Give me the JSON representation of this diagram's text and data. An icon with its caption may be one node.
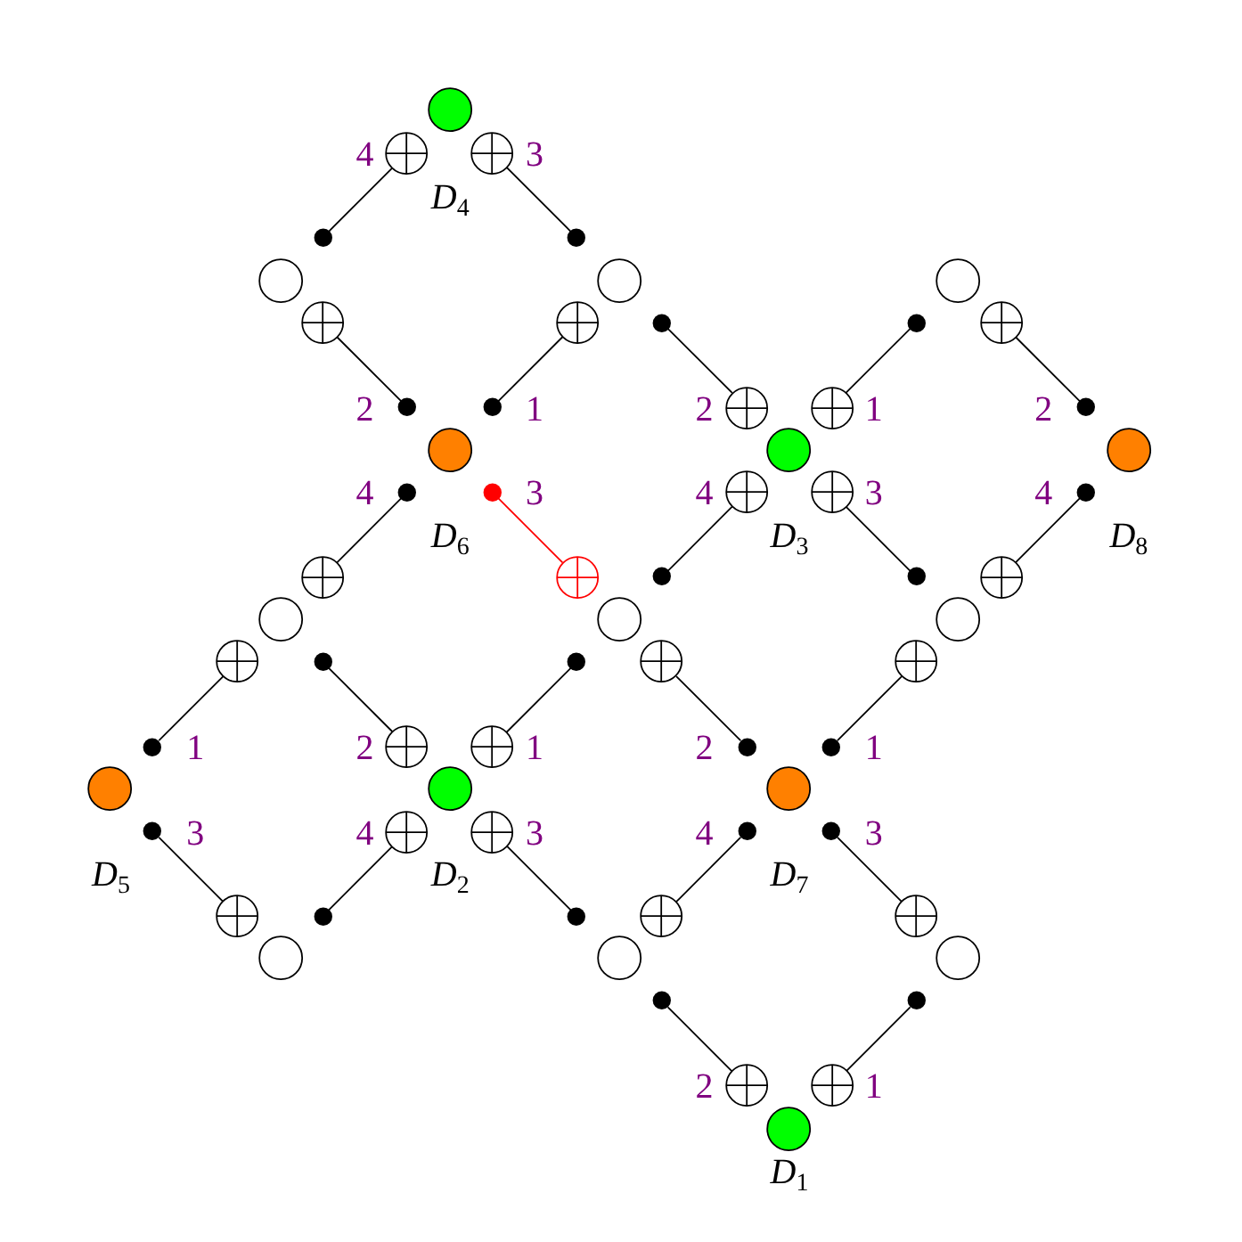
{
  "diagram": {
    "nodes": [
      {
        "text": [],
        "shape": "circle"
      },
      {
        "text": [],
        "shape": "oplus",
        "beside": [
          "4"
        ]
      },
      {
        "text": [],
        "shape": "oplus",
        "beside": [
          "3"
        ]
      },
      {
        "text": [],
        "shape": "dot"
      },
      {
        "text": [],
        "shape": "dot"
      },
      {
        "text": [],
        "shape": "circle"
      },
      {
        "text": [],
        "shape": "circle"
      },
      {
        "text": [],
        "shape": "circle"
      },
      {
        "text": [],
        "shape": "oplus"
      },
      {
        "text": [],
        "shape": "oplus"
      },
      {
        "text": [],
        "shape": "dot"
      },
      {
        "text": [],
        "shape": "dot"
      },
      {
        "text": [],
        "shape": "oplus"
      },
      {
        "text": [],
        "shape": "dot",
        "beside": [
          "2"
        ]
      },
      {
        "text": [],
        "shape": "dot",
        "beside": [
          "1"
        ]
      },
      {
        "text": [],
        "shape": "oplus",
        "beside": [
          "2"
        ]
      },
      {
        "text": [],
        "shape": "oplus",
        "beside": [
          "1"
        ]
      },
      {
        "text": [],
        "shape": "dot",
        "beside": [
          "2"
        ]
      },
      {
        "text": [],
        "shape": "circle"
      },
      {
        "text": [],
        "shape": "circle"
      },
      {
        "text": [],
        "shape": "circle"
      },
      {
        "text": [],
        "shape": "dot",
        "beside": [
          "4"
        ]
      },
      {
        "text": [],
        "shape": "dot",
        "beside": [
          "3"
        ]
      },
      {
        "text": [],
        "shape": "oplus",
        "beside": [
          "4"
        ]
      },
      {
        "text": [],
        "shape": "oplus",
        "beside": [
          "3"
        ]
      },
      {
        "text": [],
        "shape": "dot",
        "beside": [
          "4"
        ]
      },
      {
        "text": [],
        "shape": "oplus"
      },
      {
        "text": [],
        "shape": "oplus"
      },
      {
        "text": [],
        "shape": "dot"
      },
      {
        "text": [],
        "shape": "dot"
      },
      {
        "text": [],
        "shape": "oplus"
      },
      {
        "text": [],
        "shape": "circle"
      },
      {
        "text": [],
        "shape": "circle"
      },
      {
        "text": [],
        "shape": "circle"
      },
      {
        "text": [],
        "shape": "oplus"
      },
      {
        "text": [],
        "shape": "dot"
      },
      {
        "text": [],
        "shape": "dot"
      },
      {
        "text": [],
        "shape": "oplus"
      },
      {
        "text": [],
        "shape": "oplus"
      },
      {
        "text": [],
        "shape": "dot",
        "beside": [
          "1"
        ]
      },
      {
        "text": [],
        "shape": "oplus",
        "beside": [
          "2"
        ]
      },
      {
        "text": [],
        "shape": "oplus",
        "beside": [
          "1"
        ]
      },
      {
        "text": [],
        "shape": "dot",
        "beside": [
          "2"
        ]
      },
      {
        "text": [],
        "shape": "dot",
        "beside": [
          "1"
        ]
      },
      {
        "text": [],
        "shape": "circle"
      },
      {
        "text": [],
        "shape": "circle"
      },
      {
        "text": [],
        "shape": "circle"
      },
      {
        "text": [],
        "shape": "dot",
        "beside": [
          "3"
        ]
      },
      {
        "text": [],
        "shape": "oplus",
        "beside": [
          "4"
        ]
      },
      {
        "text": [],
        "shape": "oplus",
        "beside": [
          "3"
        ]
      },
      {
        "text": [],
        "shape": "dot",
        "beside": [
          "4"
        ]
      },
      {
        "text": [],
        "shape": "dot",
        "beside": [
          "3"
        ]
      },
      {
        "text": [],
        "shape": "oplus"
      },
      {
        "text": [],
        "shape": "dot"
      },
      {
        "text": [],
        "shape": "dot"
      },
      {
        "text": [],
        "shape": "oplus"
      },
      {
        "text": [],
        "shape": "oplus"
      },
      {
        "text": [],
        "shape": "circle"
      },
      {
        "text": [],
        "shape": "circle"
      },
      {
        "text": [],
        "shape": "circle"
      },
      {
        "text": [],
        "shape": "dot"
      },
      {
        "text": [],
        "shape": "dot"
      },
      {
        "text": [],
        "shape": "oplus",
        "beside": [
          "2"
        ]
      },
      {
        "text": [],
        "shape": "oplus",
        "beside": [
          "1"
        ]
      },
      {
        "text": [],
        "shape": "circle",
        "beside": [
          "D$_{1}$"
        ]
      }
    ],
    "edges": [
      {
        "from": 1,
        "to": 3,
        "arrow": "none"
      },
      {
        "from": 2,
        "to": 4,
        "arrow": "none"
      },
      {
        "from": 8,
        "to": 13,
        "arrow": "none"
      },
      {
        "from": 9,
        "to": 14,
        "arrow": "none"
      },
      {
        "from": 10,
        "to": 15,
        "arrow": "none"
      },
      {
        "from": 11,
        "to": 16,
        "arrow": "none"
      },
      {
        "from": 12,
        "to": 17,
        "arrow": "none"
      },
      {
        "from": 21,
        "to": 26,
        "arrow": "none"
      },
      {
        "from": 22,
        "to": 27,
        "arrow": "none",
        "color": "#ff0000"
      },
      {
        "from": 23,
        "to": 28,
        "arrow": "none"
      },
      {
        "from": 24,
        "to": 29,
        "arrow": "none"
      },
      {
        "from": 25,
        "to": 30,
        "arrow": "none"
      },
      {
        "from": 34,
        "to": 39,
        "arrow": "none"
      },
      {
        "from": 35,
        "to": 40,
        "arrow": "none"
      },
      {
        "from": 36,
        "to": 41,
        "arrow": "none"
      },
      {
        "from": 37,
        "to": 42,
        "arrow": "none"
      },
      {
        "from": 38,
        "to": 43,
        "arrow": "none"
      },
      {
        "from": 47,
        "to": 52,
        "arrow": "none"
      },
      {
        "from": 48,
        "to": 53,
        "arrow": "none"
      },
      {
        "from": 49,
        "to": 54,
        "arrow": "none"
      },
      {
        "from": 50,
        "to": 55,
        "arrow": "none"
      },
      {
        "from": 51,
        "to": 56,
        "arrow": "none"
      },
      {
        "from": 60,
        "to": 62,
        "arrow": "none"
      },
      {
        "from": 61,
        "to": 63,
        "arrow": "none"
      }
    ],
    "labels": [
      "D$_{4}$",
      "D$_{6}$",
      "D$_{3}$",
      "D$_{8}$",
      "D$_{5}$",
      "D$_{2}$",
      "D$_{7}$"
    ]
  }
}
